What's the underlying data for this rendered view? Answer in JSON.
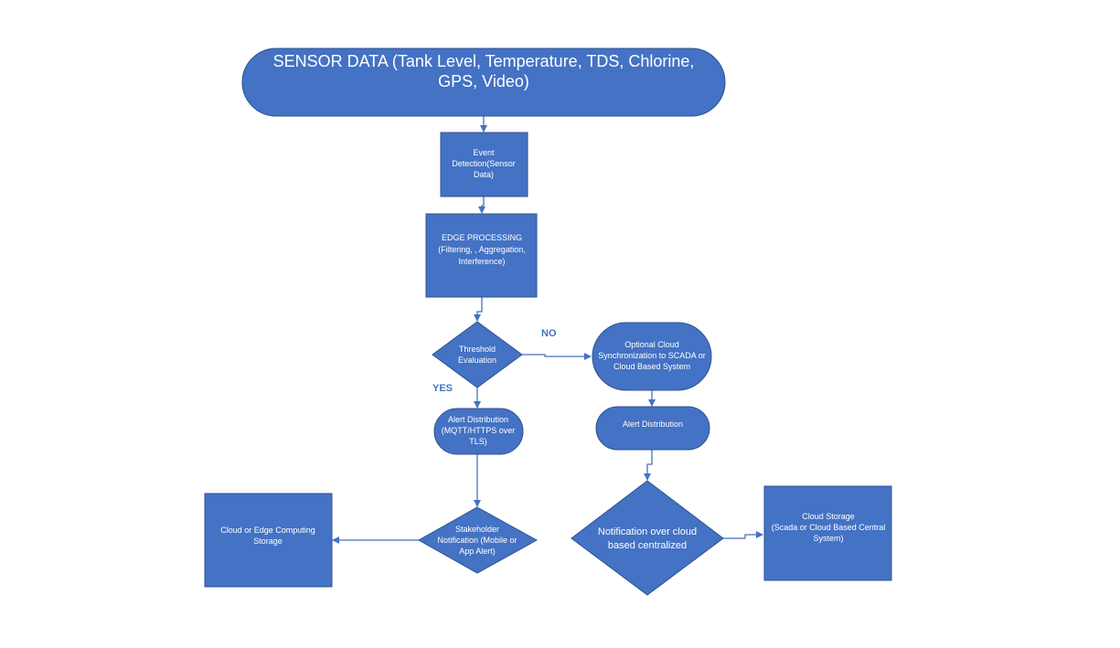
{
  "colors": {
    "fill": "#4472c4",
    "stroke": "#2f528f",
    "text": "#ffffff",
    "connector": "#4472c4"
  },
  "nodes": {
    "sensor_data": [
      "SENSOR DATA (Tank Level, Temperature, TDS, Chlorine,",
      "GPS, Video)"
    ],
    "event_detection": [
      "Event",
      "Detection(Sensor",
      "Data)"
    ],
    "edge_processing": [
      "EDGE PROCESSING",
      "(Filtering, , Aggregation,",
      "Interference)"
    ],
    "threshold_evaluation": [
      "Threshold",
      "Evaluation"
    ],
    "optional_cloud_sync": [
      "Optional Cloud",
      "Synchronization to SCADA or",
      "Cloud Based System"
    ],
    "alert_distribution_left": [
      "Alert Distribution",
      "(MQTT/HTTPS over",
      "TLS)"
    ],
    "alert_distribution_right": [
      "Alert Distribution"
    ],
    "stakeholder_notification": [
      "Stakeholder",
      "Notification (Mobile or",
      "App Alert)"
    ],
    "cloud_edge_storage": [
      "Cloud or Edge Computing",
      "Storage"
    ],
    "notification_cloud": [
      "Notification over cloud",
      "based centralized"
    ],
    "cloud_storage": [
      "Cloud Storage",
      "(Scada or Cloud Based Central",
      "System)"
    ]
  },
  "edge_labels": {
    "no": "NO",
    "yes": "YES"
  }
}
